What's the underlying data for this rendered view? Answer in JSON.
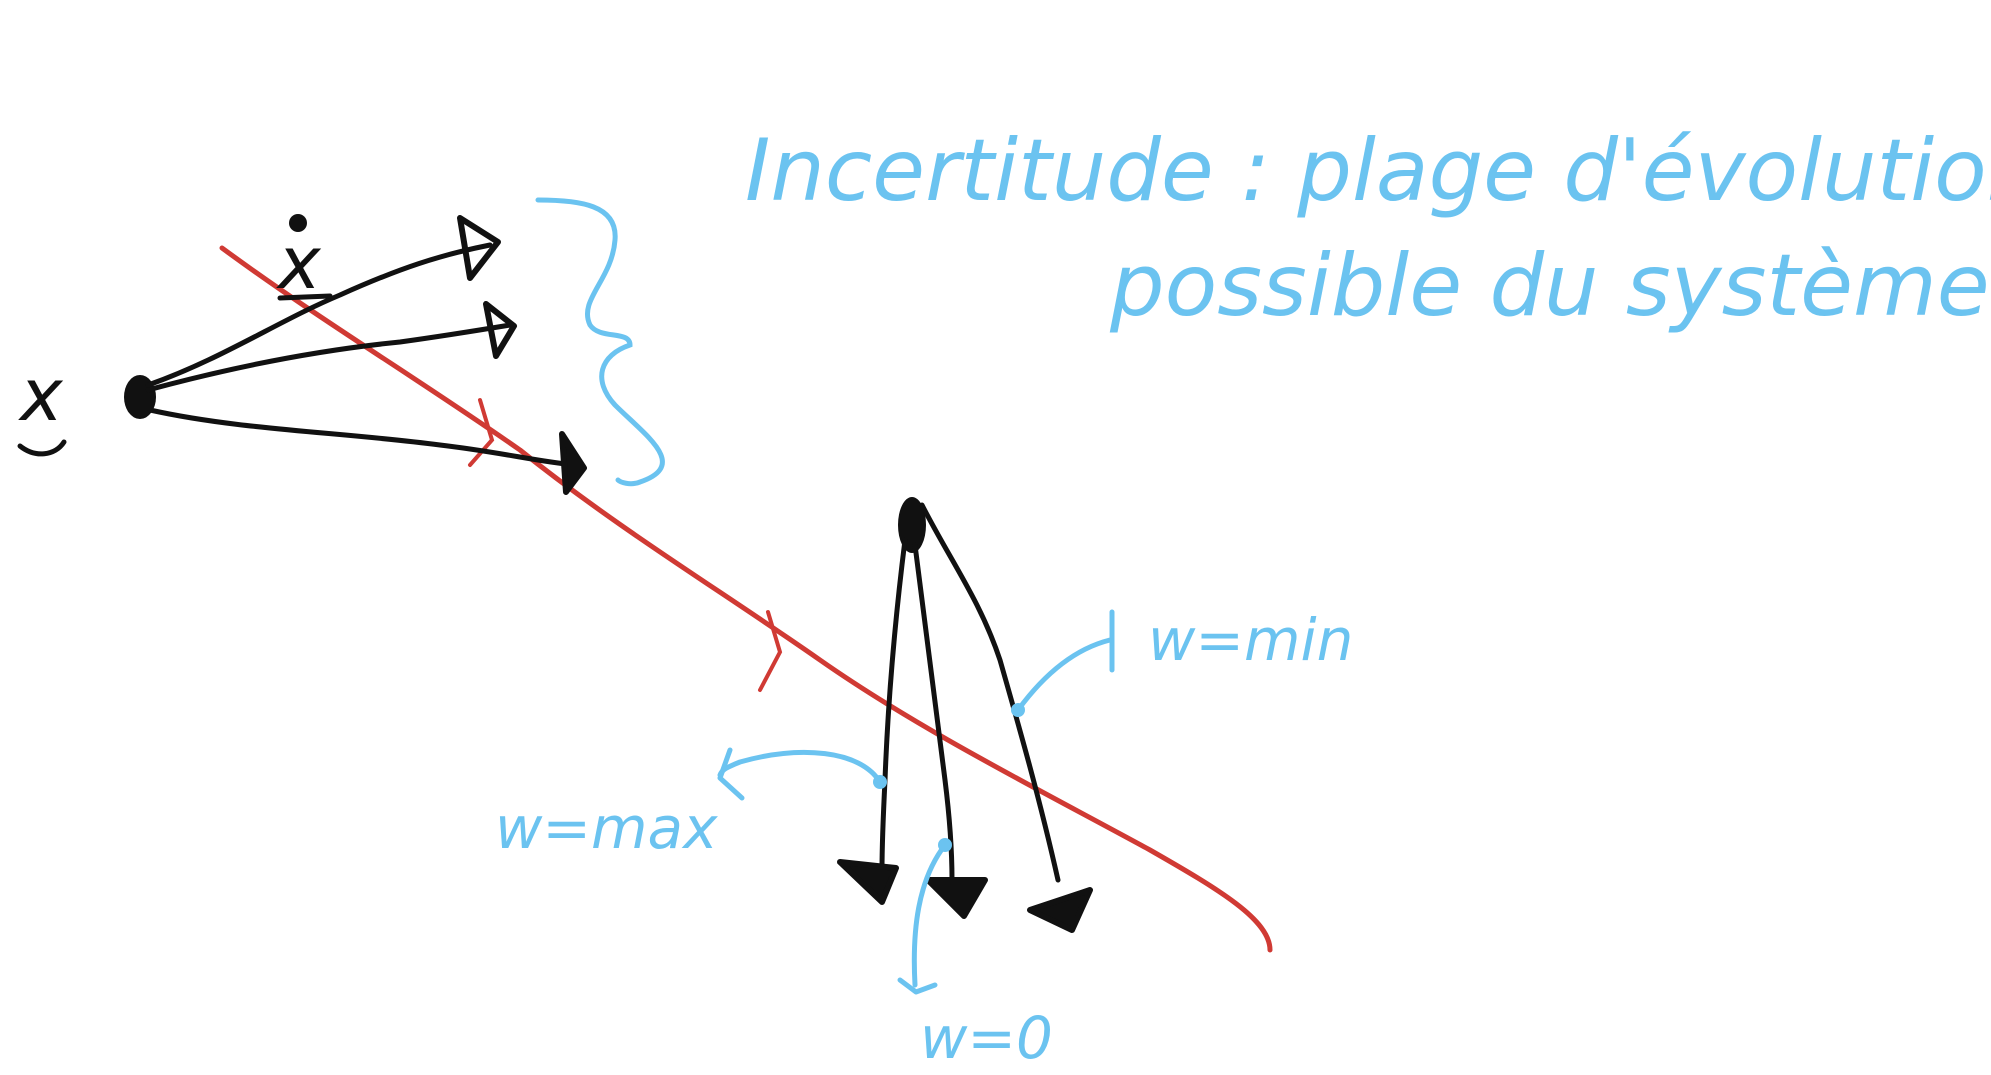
{
  "title": {
    "line1": "Incertitude : plage d'évolutions",
    "line2": "possible du système"
  },
  "variables": {
    "state": "x",
    "state_dot": "ẋ"
  },
  "labels": {
    "w_min": "w=min",
    "w_max": "w=max",
    "w_zero": "w=0"
  },
  "colors": {
    "ink": "#111111",
    "annotation": "#6bc3f0",
    "surface": "#d03a34",
    "background": "#ffffff"
  },
  "icons": {
    "bracket": "curly-brace",
    "arrowheads": "arrow"
  }
}
